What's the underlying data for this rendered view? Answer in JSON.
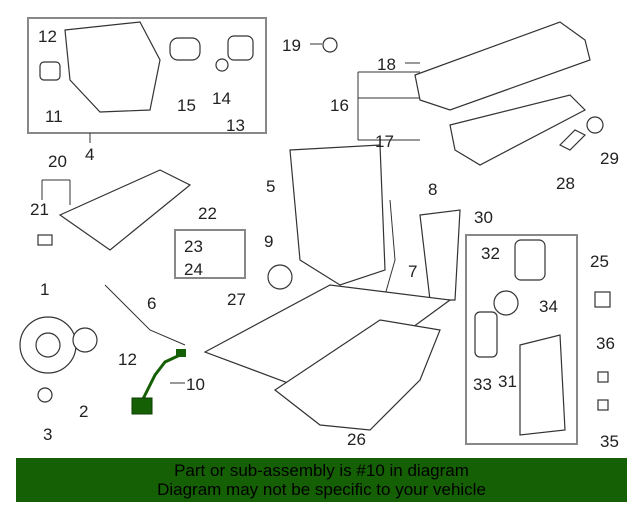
{
  "diagram": {
    "highlight_color": "#156005",
    "selected_part": "10",
    "callouts": [
      "12",
      "11",
      "15",
      "14",
      "13",
      "4",
      "19",
      "18",
      "16",
      "17",
      "29",
      "28",
      "20",
      "21",
      "5",
      "22",
      "23",
      "24",
      "9",
      "8",
      "7",
      "30",
      "32",
      "34",
      "25",
      "1",
      "6",
      "27",
      "12",
      "10",
      "2",
      "3",
      "26",
      "33",
      "31",
      "36",
      "35"
    ]
  },
  "banner": {
    "line1": "Part or sub-assembly is #10 in diagram",
    "line2": "Diagram may not be specific to your vehicle"
  }
}
